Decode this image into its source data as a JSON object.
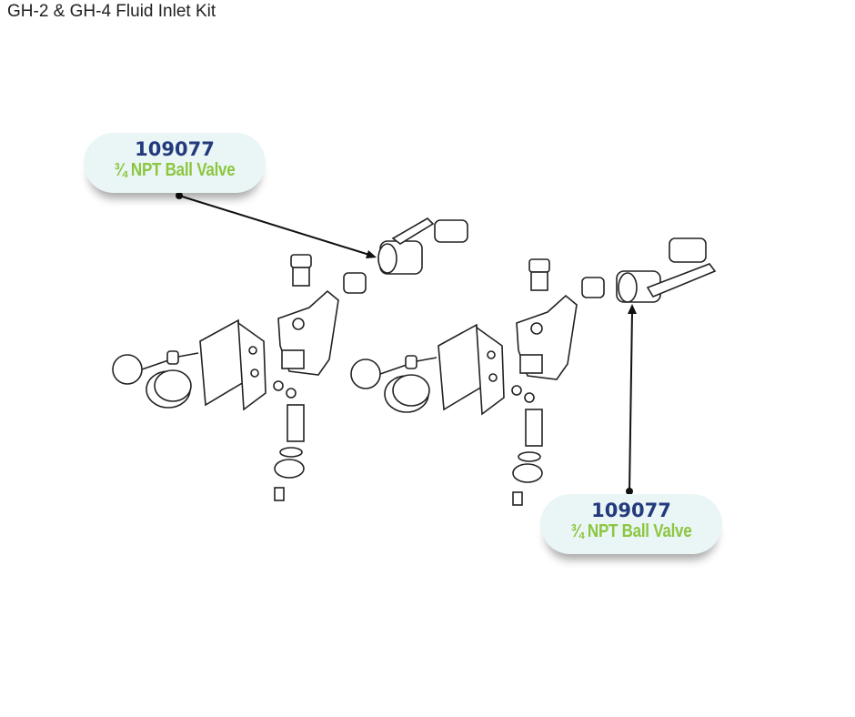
{
  "title": "GH-2 & GH-4 Fluid Inlet Kit",
  "callouts": [
    {
      "part_number": "109077",
      "description": "¾ NPT Ball Valve"
    },
    {
      "part_number": "109077",
      "description": "¾ NPT Ball Valve"
    }
  ],
  "colors": {
    "part_number": "#233a7d",
    "description": "#8cc63f",
    "callout_bg": "#eaf5f6"
  }
}
